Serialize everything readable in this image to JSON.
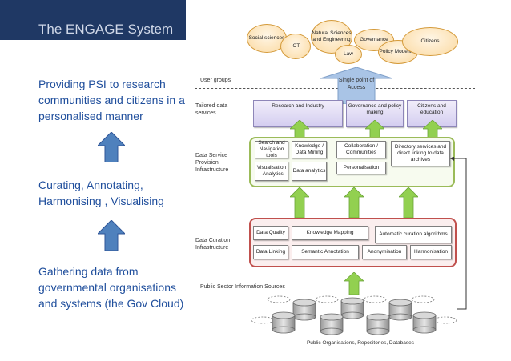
{
  "title": "The ENGAGE System",
  "left": {
    "providing": "Providing PSI to research communities and citizens in a personalised manner",
    "curating": "Curating, Annotating, Harmonising , Visualising",
    "gathering": "Gathering data from governmental organisations and systems (the Gov Cloud)"
  },
  "user_groups": {
    "label": "User groups",
    "items": [
      "Social sciences",
      "ICT",
      "Natural Sciences and Engineering",
      "Law",
      "Governance",
      "Policy Modelling",
      "Citizens"
    ]
  },
  "access": "Single point of Access",
  "tailored": {
    "label": "Tailored data services",
    "items": [
      "Research and Industry",
      "Governance and policy making",
      "Citizens and education"
    ]
  },
  "provision": {
    "label": "Data Service Provision Infrastructure",
    "items": [
      "Search and Navigation tools",
      "Knowledge / Data Mining",
      "Visualisation - Analytics",
      "Data analytics",
      "Collaboration / Communities",
      "Personalisation",
      "Directory services and direct linking to data archives"
    ]
  },
  "curation": {
    "label": "Data Curation Infrastructure",
    "items": [
      "Data Quality",
      "Knowledge Mapping",
      "Automatic curation algorithms",
      "Data Linking",
      "Semantic Annotation",
      "Anonymisation",
      "Harmonisation"
    ]
  },
  "psi_label": "Public Sector Information Sources",
  "sources_caption": "Public Organisations, Repositories, Databases",
  "colors": {
    "title_bg": "#1f3864",
    "left_text": "#1f4e9c",
    "arrow_blue": "#4f81bd",
    "arrow_green": "#92d050",
    "access_arrow": "#a9c4e6"
  }
}
